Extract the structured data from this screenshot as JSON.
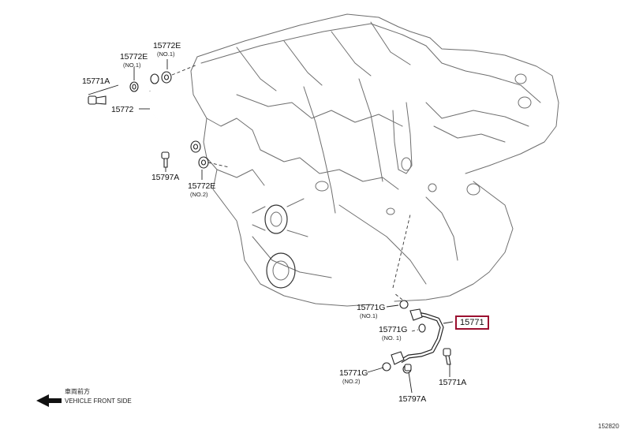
{
  "labels": {
    "p15772e_no1_top": "15772E",
    "no1_top": "(NO.1)",
    "p15772e_no1_left": "15772E",
    "no1_left": "(NO.1)",
    "p15771a_left": "15771A",
    "p15772": "15772",
    "p15797a_left": "15797A",
    "p15772e_no2": "15772E",
    "no2_left": "(NO.2)",
    "p15771g_a": "15771G",
    "no1_g_a": "(NO.1)",
    "p15771g_b": "15771G",
    "no1_g_b": "(NO. 1)",
    "p15771_highlight": "15771",
    "p15771g_c": "15771G",
    "no2_g_c": "(NO.2)",
    "p15771a_right": "15771A",
    "p15797a_right": "15797A"
  },
  "direction": {
    "jp": "車両前方",
    "en": "VEHICLE FRONT SIDE"
  },
  "figure_number": "152820",
  "colors": {
    "highlight": "#9b1030"
  }
}
